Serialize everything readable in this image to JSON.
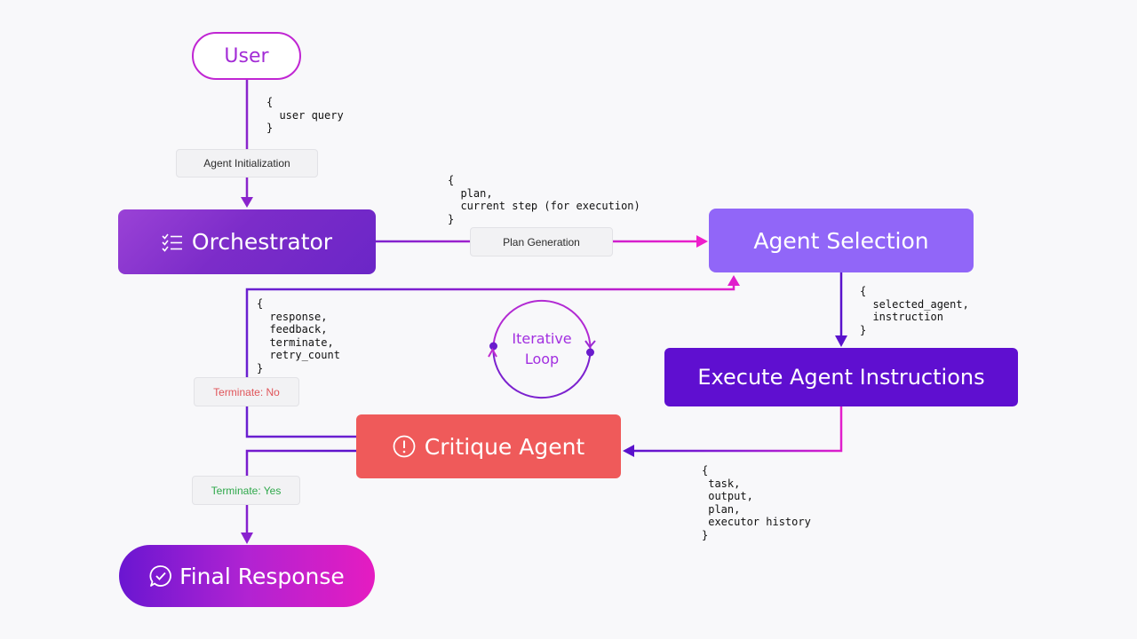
{
  "nodes": {
    "user": "User",
    "orchestrator": "Orchestrator",
    "agent_selection": "Agent Selection",
    "execute": "Execute Agent Instructions",
    "critique": "Critique Agent",
    "final": "Final Response"
  },
  "edge_labels": {
    "agent_init": "Agent Initialization",
    "plan_generation": "Plan Generation",
    "terminate_no": "Terminate: No",
    "terminate_yes": "Terminate: Yes"
  },
  "payloads": {
    "user_query": "{\n  user query\n}",
    "plan": "{\n  plan,\n  current step (for execution)\n}",
    "selected": "{\n  selected_agent,\n  instruction\n}",
    "feedback": "{\n  response,\n  feedback,\n  terminate,\n  retry_count\n}",
    "task": "{\n task,\n output,\n plan,\n executor history\n}"
  },
  "loop": {
    "line1": "Iterative",
    "line2": "Loop"
  },
  "icons": {
    "orchestrator": "checklist-icon",
    "critique": "alert-circle-icon",
    "final": "chat-check-icon"
  },
  "colors": {
    "purple": "#7e22ce",
    "magenta": "#e91ec9",
    "violet": "#5f0fd0",
    "lavender": "#9166f8",
    "coral": "#ef5a5a"
  }
}
